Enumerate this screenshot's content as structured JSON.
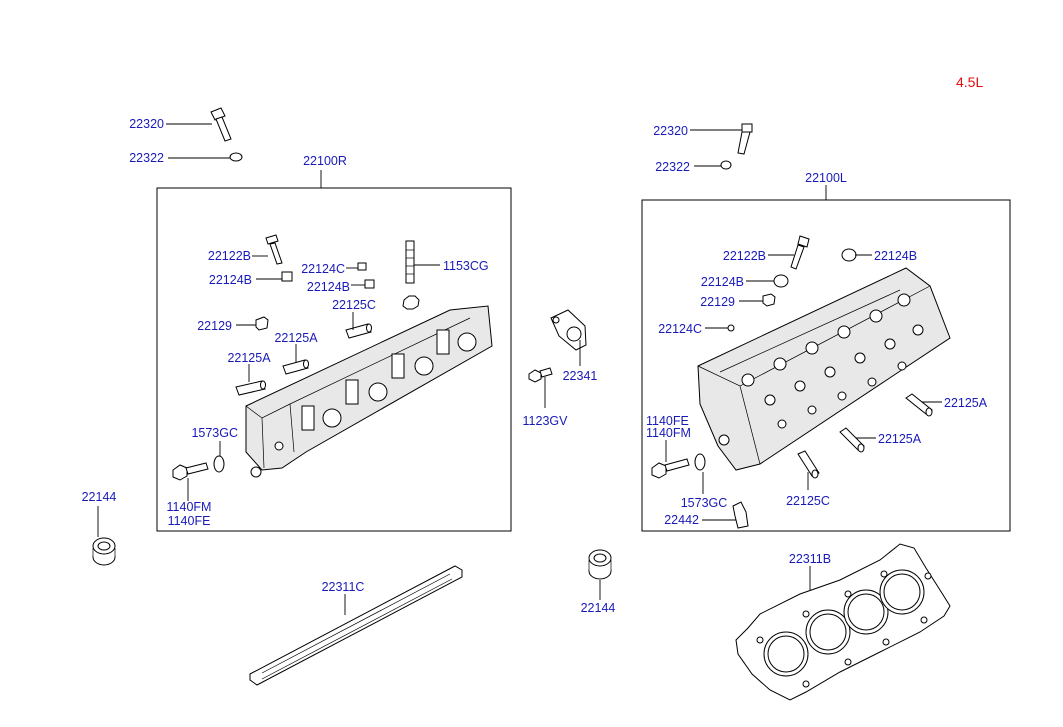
{
  "engine": "4.5L",
  "colors": {
    "label": "#1a1ab8",
    "engine": "#e01010",
    "line": "#000000"
  },
  "labels": {
    "r_22320": "22320",
    "r_22322": "22322",
    "r_22100R": "22100R",
    "r_22122B": "22122B",
    "r_22124B": "22124B",
    "r_22124C": "22124C",
    "r_22124B_2": "22124B",
    "r_1153CG": "1153CG",
    "r_22125C": "22125C",
    "r_22129": "22129",
    "r_22125A": "22125A",
    "r_22125A_2": "22125A",
    "r_1573GC": "1573GC",
    "r_1140FM": "1140FM",
    "r_1140FE": "1140FE",
    "r_22144": "22144",
    "r_22311C": "22311C",
    "m_22341": "22341",
    "m_1123GV": "1123GV",
    "m_22144": "22144",
    "l_22320": "22320",
    "l_22322": "22322",
    "l_22100L": "22100L",
    "l_22122B": "22122B",
    "l_22124B": "22124B",
    "l_22124B_2": "22124B",
    "l_22129": "22129",
    "l_22124C": "22124C",
    "l_1140FE": "1140FE",
    "l_1140FM": "1140FM",
    "l_22125A": "22125A",
    "l_22125A_2": "22125A",
    "l_1573GC": "1573GC",
    "l_22125C": "22125C",
    "l_22442": "22442",
    "l_22311B": "22311B"
  }
}
